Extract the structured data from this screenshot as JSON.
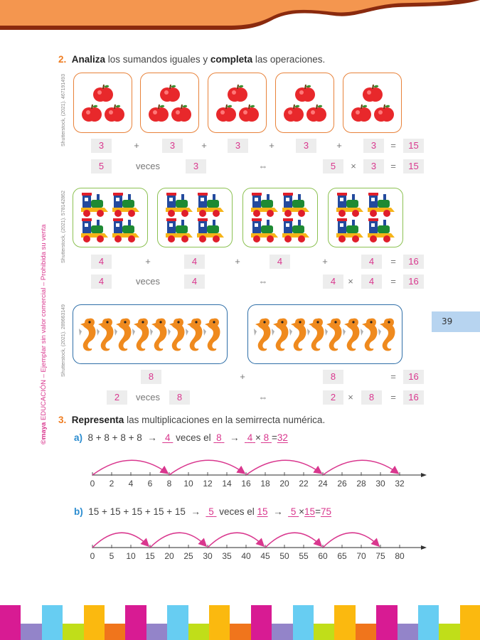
{
  "page_number": "39",
  "sidebar_text": {
    "brand": "©maya",
    "rest": " EDUCACIÓN – Ejemplar sin valor comercial – Prohibida su venta"
  },
  "credits": [
    "Shutterstock, (2021). 467191493",
    "Shutterstock, (2021). 578142862",
    "Shutterstock, (2021). 289663149"
  ],
  "exercise2": {
    "number": "2.",
    "bold1": "Analiza",
    "text1": " los sumandos iguales y ",
    "bold2": "completa",
    "text2": " las operaciones.",
    "apples": {
      "groups": 5,
      "per_group": 3,
      "sum": [
        "3",
        "3",
        "3",
        "3",
        "3"
      ],
      "sum_result": "15",
      "times": "5",
      "veces": "veces",
      "of": "3",
      "mult": [
        "5",
        "3"
      ],
      "mult_result": "15"
    },
    "trains": {
      "groups": 4,
      "per_group": 4,
      "sum": [
        "4",
        "4",
        "4",
        "4"
      ],
      "sum_result": "16",
      "times": "4",
      "veces": "veces",
      "of": "4",
      "mult": [
        "4",
        "4"
      ],
      "mult_result": "16"
    },
    "seahorses": {
      "groups": 2,
      "per_group": 8,
      "sum": [
        "8",
        "8"
      ],
      "sum_result": "16",
      "times": "2",
      "veces": "veces",
      "of": "8",
      "mult": [
        "2",
        "8"
      ],
      "mult_result": "16"
    },
    "symbols": {
      "plus": "+",
      "equals": "=",
      "iff": "⇔",
      "times": "×"
    }
  },
  "exercise3": {
    "number": "3.",
    "bold": "Representa",
    "text": " las multiplicaciones en la semirrecta numérica.",
    "a": {
      "label": "a)",
      "expr": "8 + 8 + 8 + 8",
      "arrow": "→",
      "times": "4",
      "veces_el": "veces el",
      "of": "8",
      "m1": "4",
      "x": "×",
      "m2": "8",
      "eq": "=",
      "result": "32",
      "line": {
        "max": 32,
        "step": 2,
        "jump": 8
      }
    },
    "b": {
      "label": "b)",
      "expr": "15 + 15 + 15 + 15 + 15",
      "arrow": "→",
      "times": "5",
      "veces_el": "veces el",
      "of": "15",
      "m1": "5",
      "x": "×",
      "m2": "15",
      "eq": "=",
      "result": "75",
      "line": {
        "max": 80,
        "step": 5,
        "jump": 15,
        "jumps": 5
      }
    }
  },
  "colors": {
    "header": "#f4964f",
    "header_edge": "#8a2a0e",
    "accent": "#d9378e",
    "stripes": [
      "#d81b93",
      "#9384c9",
      "#67cdf2",
      "#c0de19",
      "#fbb90f",
      "#f0751c"
    ]
  }
}
